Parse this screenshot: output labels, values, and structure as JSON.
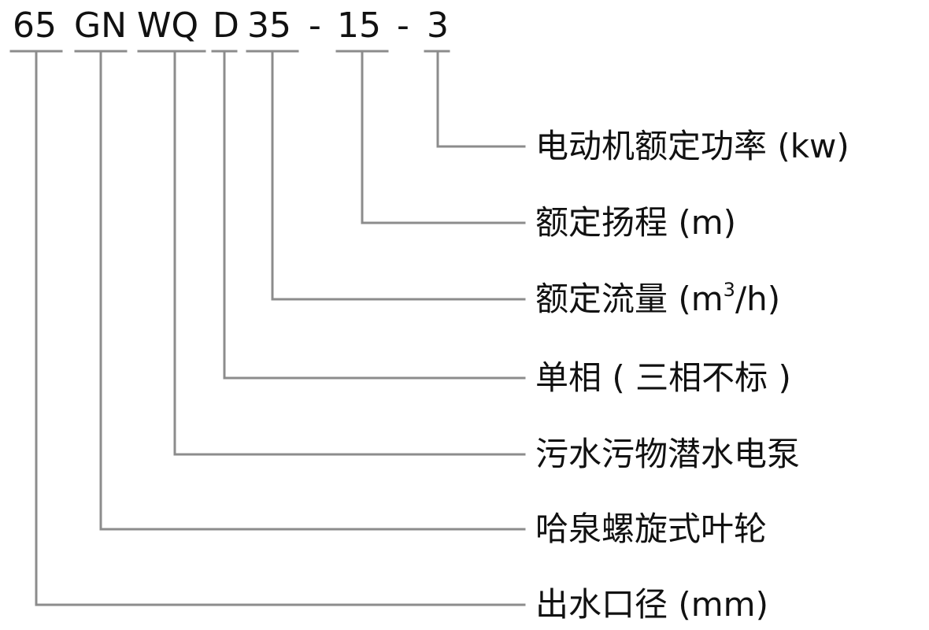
{
  "model_code": {
    "segments": [
      {
        "text": "65"
      },
      {
        "text": "GN"
      },
      {
        "text": "WQ"
      },
      {
        "text": "D"
      },
      {
        "text": "35"
      },
      {
        "text": "15"
      },
      {
        "text": "3"
      }
    ],
    "separators": [
      "-",
      "-"
    ]
  },
  "descriptions": [
    {
      "label": "电动机额定功率 (kw)"
    },
    {
      "label": "额定扬程 (m)"
    },
    {
      "label_main": "额定流量 (m",
      "label_sup": "3",
      "label_tail": "/h)"
    },
    {
      "label": "单相 ( 三相不标 )"
    },
    {
      "label": "污水污物潜水电泵"
    },
    {
      "label": "哈泉螺旋式叶轮"
    },
    {
      "label": "出水口径 (mm)"
    }
  ],
  "colors": {
    "line": "#8c8c8c",
    "text": "#111111",
    "background": "#ffffff"
  }
}
